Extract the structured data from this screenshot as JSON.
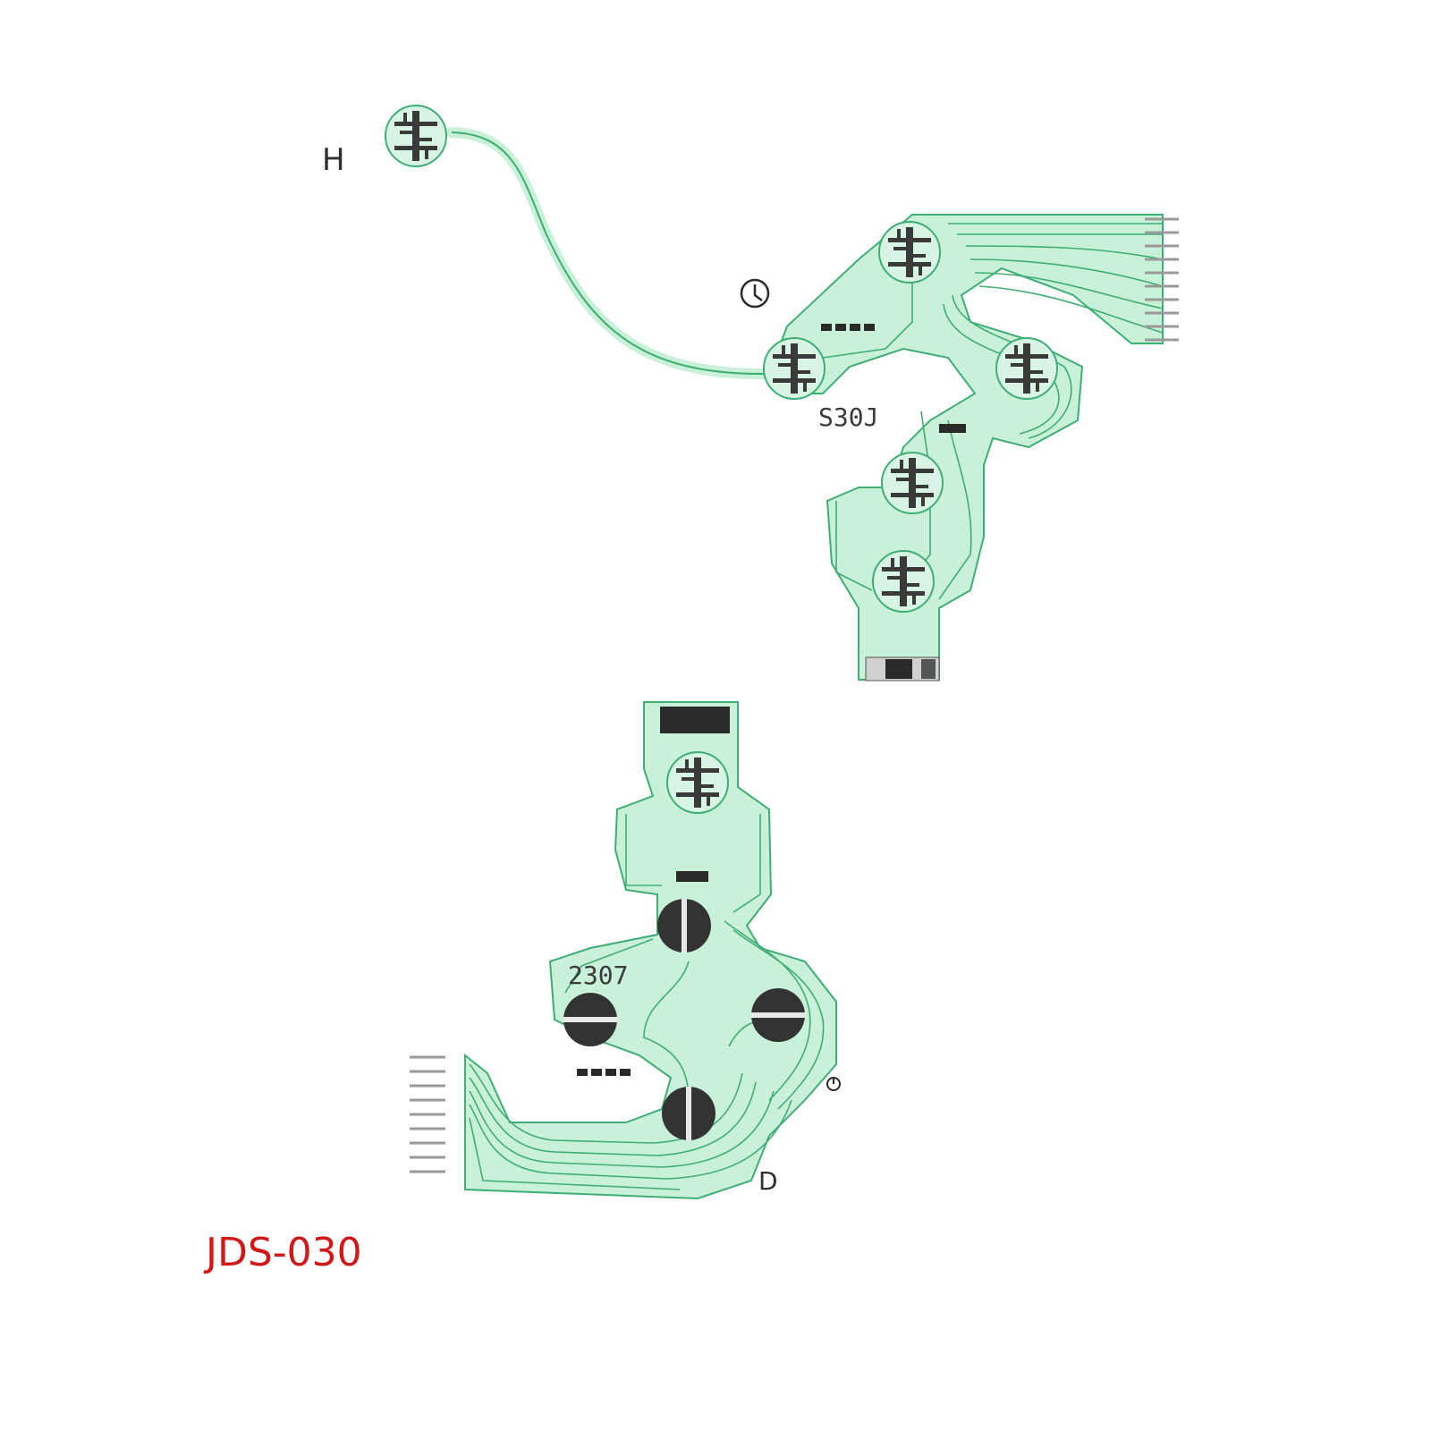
{
  "colors": {
    "flex": "#c9f0d8",
    "trace": "#3fae74",
    "contact": "#333333",
    "label": "#2f2f2f",
    "model": "#d01818"
  },
  "top_circuit": {
    "side_label": "H",
    "code": "S30J",
    "symbol_icon": "clock-mark-icon"
  },
  "bottom_circuit": {
    "side_label": "D",
    "code": "2307",
    "symbol_icon": "small-circle-mark-icon"
  },
  "model_name": "JDS-030"
}
